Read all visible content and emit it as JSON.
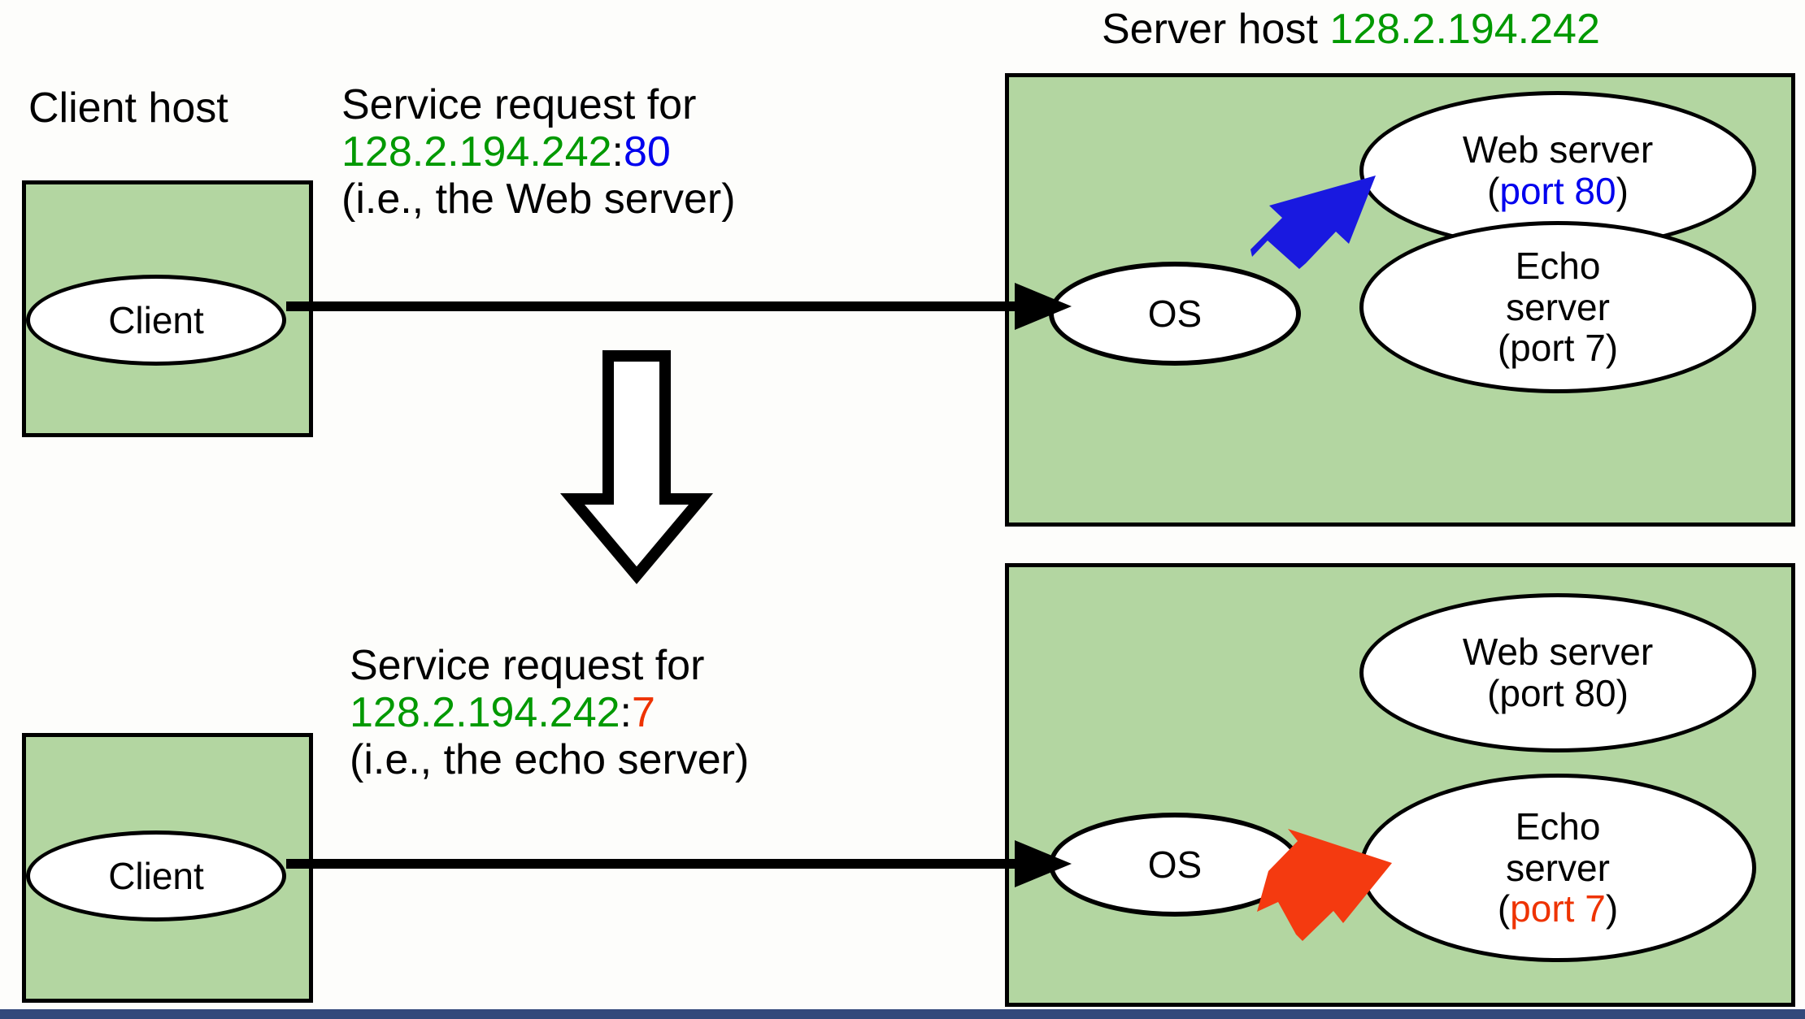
{
  "page": {
    "background": "#fdfdfb",
    "host_fill": "#b3d6a1",
    "accent_green": "#009900",
    "accent_blue": "#0000ee",
    "accent_red": "#ee3300",
    "footer_color": "#33497b"
  },
  "top": {
    "client_host_label": "Client host",
    "client_node_label": "Client",
    "server_host_label_prefix": "Server host ",
    "server_host_ip": "128.2.194.242",
    "request": {
      "line1": "Service request for",
      "ip": "128.2.194.242",
      "colon": ":",
      "port": "80",
      "line3": "(i.e., the Web server)"
    },
    "os_label": "OS",
    "web_server": {
      "name": "Web server",
      "open_paren": "(",
      "port": "port 80",
      "close_paren": ")"
    },
    "echo_server": {
      "line1": "Echo",
      "line2": "server",
      "line3": "(port 7)"
    }
  },
  "bottom": {
    "client_node_label": "Client",
    "request": {
      "line1": "Service request for",
      "ip": "128.2.194.242",
      "colon": ":",
      "port": "7",
      "line3": "(i.e., the echo server)"
    },
    "os_label": "OS",
    "web_server": {
      "name": "Web server",
      "port": "(port 80)"
    },
    "echo_server": {
      "line1": "Echo",
      "line2": "server",
      "open_paren": "(",
      "port": "port 7",
      "close_paren": ")"
    }
  },
  "icons": {
    "transition_arrow": "down-arrow-icon",
    "flow_arrow_top": "right-arrow-icon",
    "flow_arrow_bottom": "right-arrow-icon",
    "dispatch_arrow_web": "blue-dispatch-arrow-icon",
    "dispatch_arrow_echo": "red-dispatch-arrow-icon"
  }
}
